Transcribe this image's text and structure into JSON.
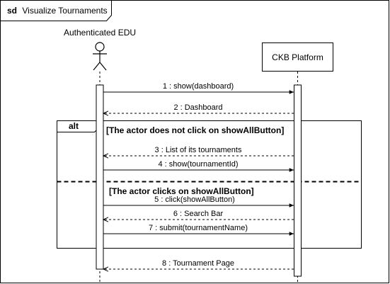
{
  "diagram": {
    "frame": {
      "keyword": "sd",
      "title": "Visualize Tournaments"
    },
    "participants": [
      {
        "id": "edu",
        "label": "Authenticated EDU",
        "kind": "actor"
      },
      {
        "id": "ckb",
        "label": "CKB Platform",
        "kind": "object"
      }
    ],
    "fragment": {
      "operator": "alt",
      "guards": [
        "[The actor does not click on showAllButton]",
        "[The actor clicks on showAllButton]"
      ]
    },
    "messages": [
      {
        "label": "1 : show(dashboard)",
        "from": "edu",
        "to": "ckb",
        "style": "sync"
      },
      {
        "label": "2 : Dashboard",
        "from": "ckb",
        "to": "edu",
        "style": "return"
      },
      {
        "label": "3 : List of its tournaments",
        "from": "ckb",
        "to": "edu",
        "style": "return"
      },
      {
        "label": "4 : show(tournamentId)",
        "from": "edu",
        "to": "ckb",
        "style": "sync"
      },
      {
        "label": "5 : click(showAllButton)",
        "from": "edu",
        "to": "ckb",
        "style": "sync"
      },
      {
        "label": "6 : Search Bar",
        "from": "ckb",
        "to": "edu",
        "style": "return"
      },
      {
        "label": "7 : submit(tournamentName)",
        "from": "edu",
        "to": "ckb",
        "style": "sync"
      },
      {
        "label": "8 : Tournament Page",
        "from": "ckb",
        "to": "edu",
        "style": "return"
      }
    ]
  }
}
